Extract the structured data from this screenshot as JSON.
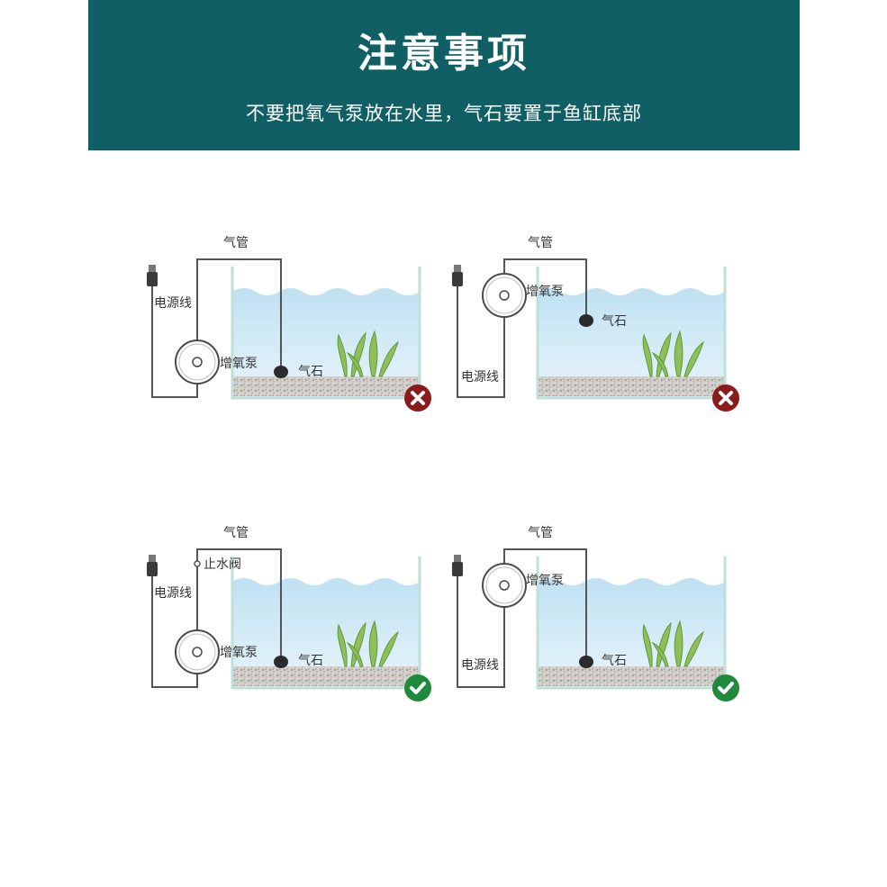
{
  "header": {
    "title": "注意事项",
    "subtitle": "不要把氧气泵放在水里，气石要置于鱼缸底部"
  },
  "colors": {
    "banner": "#0f5f64",
    "wrong": "#8b1a1a",
    "correct": "#1f8a3c",
    "water": "#cfe8f4",
    "tube": "#555555"
  },
  "panels": [
    {
      "id": "p1",
      "verdict": "wrong",
      "labels": {
        "tube": "气管",
        "cable": "电源线",
        "pump": "增氧泵",
        "stone": "气石"
      }
    },
    {
      "id": "p2",
      "verdict": "wrong",
      "labels": {
        "tube": "气管",
        "cable": "电源线",
        "pump": "增氧泵",
        "stone": "气石"
      }
    },
    {
      "id": "p3",
      "verdict": "correct",
      "labels": {
        "tube": "气管",
        "cable": "电源线",
        "pump": "增氧泵",
        "stone": "气石",
        "valve": "止水阀"
      }
    },
    {
      "id": "p4",
      "verdict": "correct",
      "labels": {
        "tube": "气管",
        "cable": "电源线",
        "pump": "增氧泵",
        "stone": "气石"
      }
    }
  ]
}
